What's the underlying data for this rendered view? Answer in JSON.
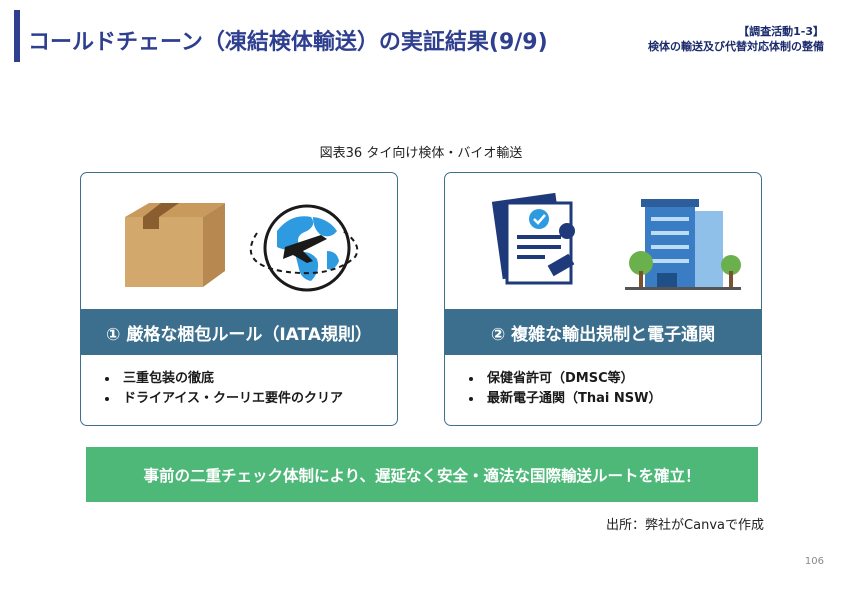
{
  "header": {
    "title": "コールドチェーン（凍結検体輸送）の実証結果(9/9)",
    "tag_line1": "【調査活動1-3】",
    "tag_line2": "検体の輸送及び代替対応体制の整備"
  },
  "figure": {
    "caption": "図表36 タイ向け検体・バイオ輸送"
  },
  "cards": [
    {
      "heading": "① 厳格な梱包ルール（IATA規則）",
      "bullets": [
        "三重包装の徹底",
        "ドライアイス・クーリエ要件のクリア"
      ],
      "icons": [
        "cardboard-box-icon",
        "globe-airplane-icon"
      ]
    },
    {
      "heading": "② 複雑な輸出規制と電子通関",
      "bullets": [
        "保健省許可（DMSC等）",
        "最新電子通関（Thai NSW）"
      ],
      "icons": [
        "certified-document-icon",
        "office-building-icon"
      ]
    }
  ],
  "banner": {
    "text": "事前の二重チェック体制により、遅延なく安全・適法な国際輸送ルートを確立！"
  },
  "source": "出所：弊社がCanvaで作成",
  "page_number": "106",
  "colors": {
    "title": "#2f3f8f",
    "card_band": "#3c6f8e",
    "banner": "#4eb878"
  }
}
